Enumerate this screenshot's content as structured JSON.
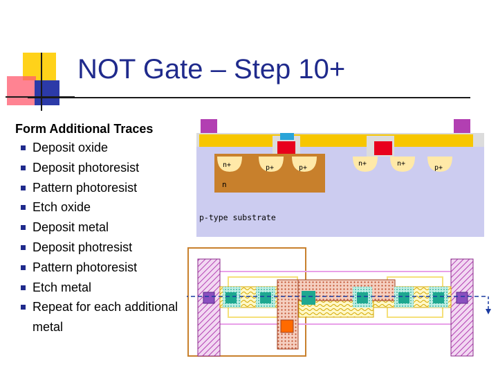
{
  "slide": {
    "title": "NOT Gate – Step 10+",
    "heading": "Form Additional Traces",
    "bullets": [
      "Deposit oxide",
      "Deposit photoresist",
      "Pattern photoresist",
      "Etch oxide",
      "Deposit metal",
      "Deposit photresist",
      "Pattern photoresist",
      "Etch metal",
      "Repeat for each additional metal"
    ]
  },
  "cross_section": {
    "labels": {
      "n_plus_1": "n+",
      "p_plus_1": "p+",
      "p_plus_2": "p+",
      "n_plus_2": "n+",
      "n_plus_3": "n+",
      "p_plus_3": "p+",
      "n_well": "n",
      "substrate": "p-type substrate"
    }
  },
  "colors": {
    "title": "#1f2a8c",
    "bullet": "#1f2a8c",
    "substrate": "#ccccf0",
    "n_well": "#c8802c",
    "diffusion": "#ffe9a8",
    "oxide": "#dcdcdc",
    "metal1": "#f7c600",
    "metal2": "#b23fb2",
    "polysilicon": "#e8001c",
    "via": "#2aa4d8",
    "contact": "#1ea890"
  }
}
